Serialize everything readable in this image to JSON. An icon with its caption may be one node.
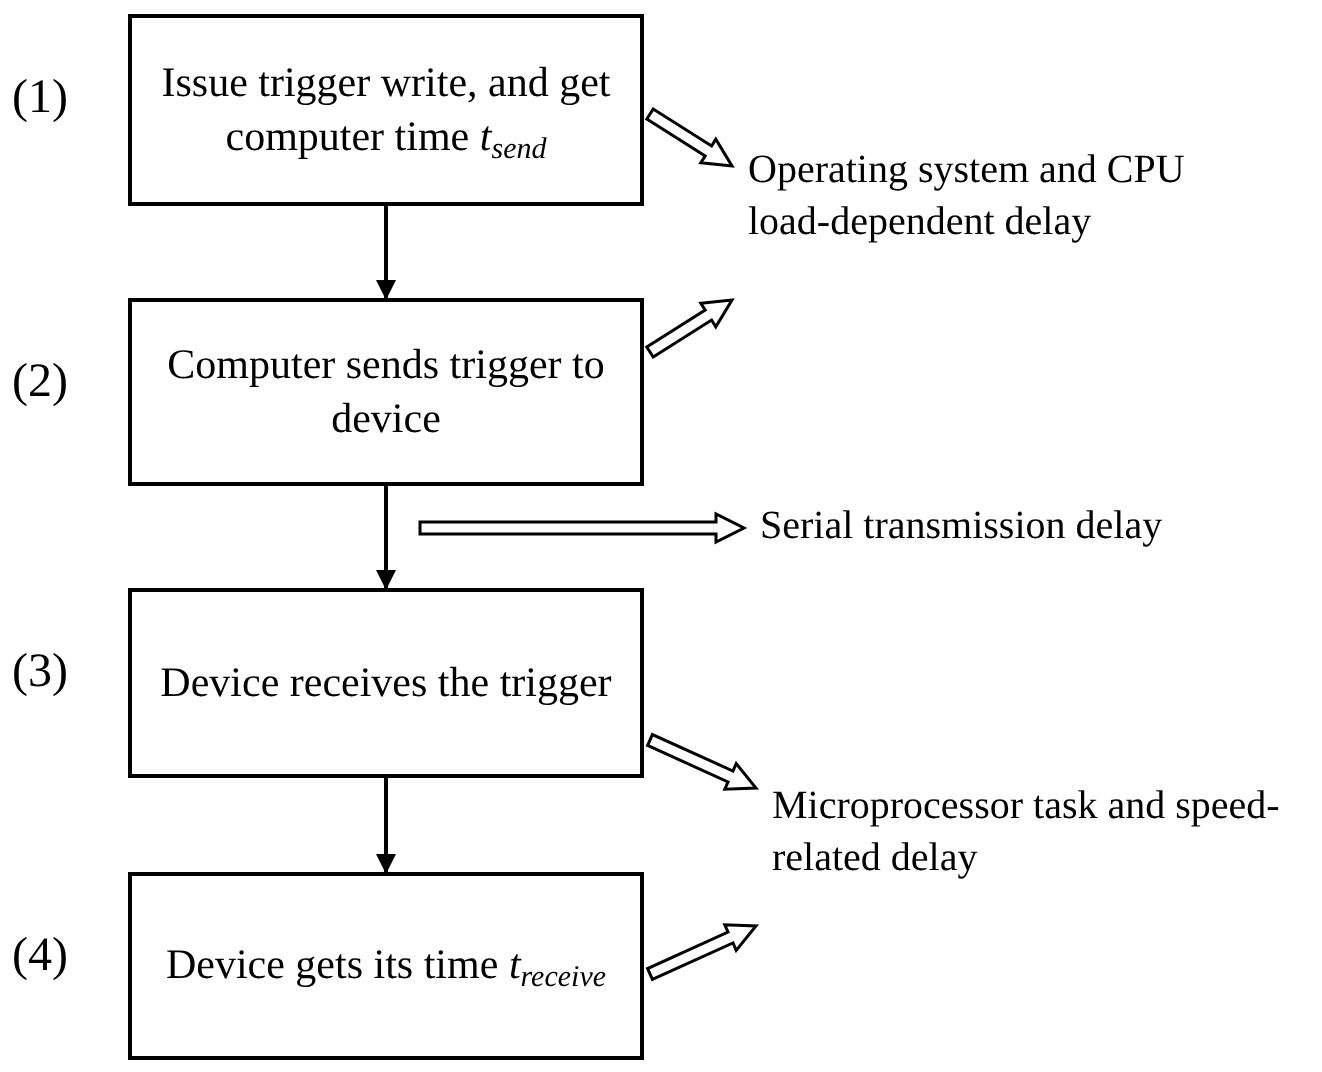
{
  "diagram": {
    "nodes": [
      {
        "text": [
          "Issue trigger write, and get computer time *t*$_{send}$"
        ],
        "beside": [
          "(1)"
        ]
      },
      {
        "text": [
          "Computer sends trigger to device"
        ],
        "beside": [
          "(2)"
        ]
      },
      {
        "text": [
          "Device receives the trigger"
        ],
        "beside": [
          "(3)"
        ]
      },
      {
        "text": [
          "Device gets its time *t*$_{receive}$"
        ],
        "beside": [
          "(4)"
        ]
      },
      {
        "text": [
          "Operating system and CPU load-dependent delay"
        ]
      },
      {
        "text": [
          "Serial transmission delay"
        ]
      },
      {
        "text": [
          "Microprocessor task and speed-related delay"
        ]
      }
    ],
    "edges": [
      {
        "from": 0,
        "to": 1,
        "arrow": "to"
      },
      {
        "from": 1,
        "to": 2,
        "arrow": "to"
      },
      {
        "from": 2,
        "to": 3,
        "arrow": "to"
      },
      {
        "from": 0,
        "to": 4,
        "arrow": "to",
        "style": "thick"
      },
      {
        "from": 1,
        "to": 4,
        "arrow": "to",
        "style": "thick"
      },
      {
        "from": null,
        "to": 5,
        "arrow": "to",
        "style": "thick"
      },
      {
        "from": 2,
        "to": 6,
        "arrow": "to",
        "style": "thick"
      },
      {
        "from": 3,
        "to": 6,
        "arrow": "to",
        "style": "thick"
      }
    ]
  }
}
